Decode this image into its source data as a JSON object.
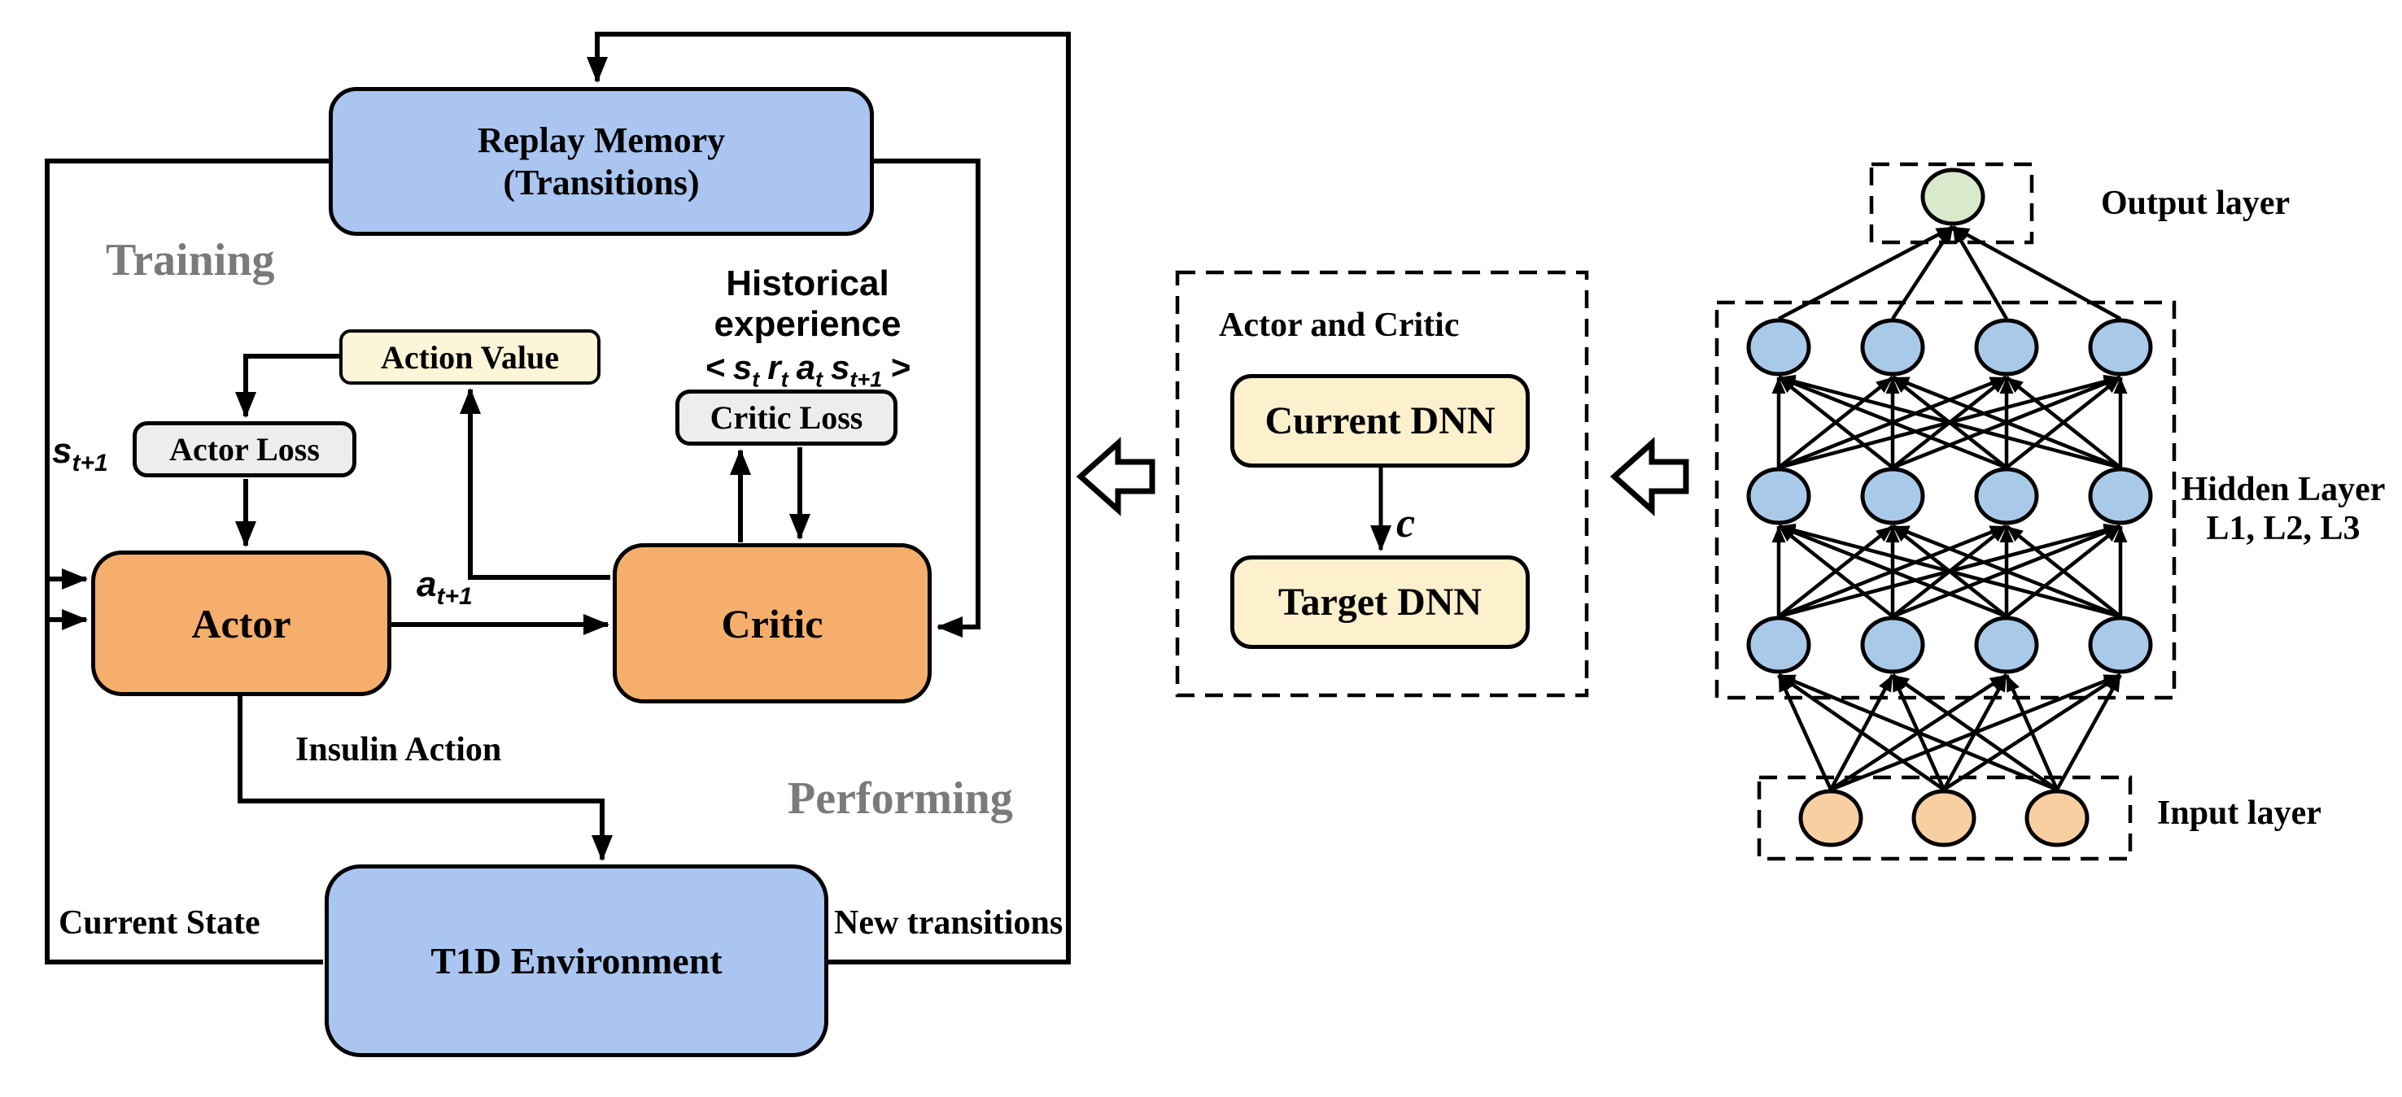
{
  "colors": {
    "box-blue": "#a9c5f0",
    "box-orange": "#f5ae6b",
    "box-cream": "#fdf0cc",
    "box-cream-light": "#fdf5d8",
    "box-gray": "#ededed",
    "node-blue": "#a9c9e9",
    "node-green": "#d9e9cc",
    "node-orange": "#f8cfa0",
    "label-gray": "#7a7a7a",
    "line-black": "#000000"
  },
  "left_diagram": {
    "phase_training": "Training",
    "phase_performing": "Performing",
    "replay_memory_line1": "Replay Memory",
    "replay_memory_line2": "(Transitions)",
    "action_value": "Action Value",
    "actor_loss": "Actor Loss",
    "critic_loss": "Critic Loss",
    "actor": "Actor",
    "critic": "Critic",
    "t1d_environment": "T1D Environment",
    "historical_experience": "Historical experience",
    "experience_tokens": [
      {
        "t": "<"
      },
      {
        "t": "s",
        "sub": "t"
      },
      {
        "t": "r",
        "sub": "t"
      },
      {
        "t": "a",
        "sub": "t"
      },
      {
        "t": "s",
        "sub": "t+1"
      },
      {
        "t": ">"
      }
    ],
    "state_next": {
      "base": "s",
      "sub": "t+1"
    },
    "action_next": {
      "base": "a",
      "sub": "t+1"
    },
    "insulin_action": "Insulin Action",
    "current_state": "Current State",
    "new_transitions": "New transitions"
  },
  "middle_panel": {
    "title": "Actor and Critic",
    "current_dnn": "Current DNN",
    "target_dnn": "Target DNN",
    "copy_label": "c"
  },
  "network": {
    "output_label": "Output layer",
    "hidden_label_line1": "Hidden Layer",
    "hidden_label_line2": "L1, L2, L3",
    "input_label": "Input layer",
    "layers": [
      {
        "id": "input",
        "count": 3,
        "color": "#f8cfa0"
      },
      {
        "id": "L3",
        "count": 4,
        "color": "#a9c9e9"
      },
      {
        "id": "L2",
        "count": 4,
        "color": "#a9c9e9"
      },
      {
        "id": "L1",
        "count": 4,
        "color": "#a9c9e9"
      },
      {
        "id": "output",
        "count": 1,
        "color": "#d9e9cc"
      }
    ]
  }
}
